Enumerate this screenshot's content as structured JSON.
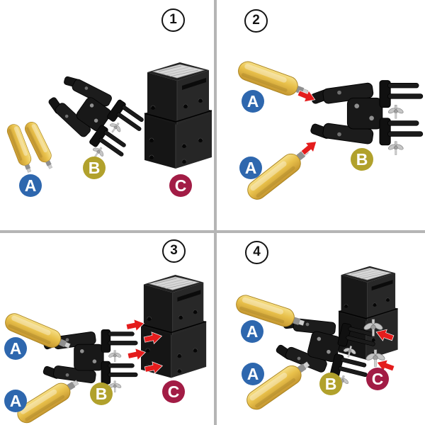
{
  "diagram": {
    "title": "four-step-assembly-instructions",
    "steps": [
      {
        "number": "1",
        "labels": [
          "A",
          "B",
          "C"
        ]
      },
      {
        "number": "2",
        "labels": [
          "A",
          "A",
          "B"
        ]
      },
      {
        "number": "3",
        "labels": [
          "A",
          "A",
          "B",
          "C"
        ]
      },
      {
        "number": "4",
        "labels": [
          "A",
          "A",
          "B",
          "C"
        ]
      }
    ]
  },
  "colors": {
    "background": "#ffffff",
    "divider": "#b5b5b5",
    "badge_border": "#141414",
    "badge_text": "#141414",
    "badge_fill": "#ffffff",
    "label_text": "#ffffff",
    "part_a": "#2e67ae",
    "part_b": "#b1a12c",
    "part_c": "#a21c45",
    "arrow": "#e41c1c",
    "handle": "#e8c04a",
    "tool": "#1c1c1c",
    "metal": "#c6c6c6",
    "plate": "#d7d7d7"
  }
}
